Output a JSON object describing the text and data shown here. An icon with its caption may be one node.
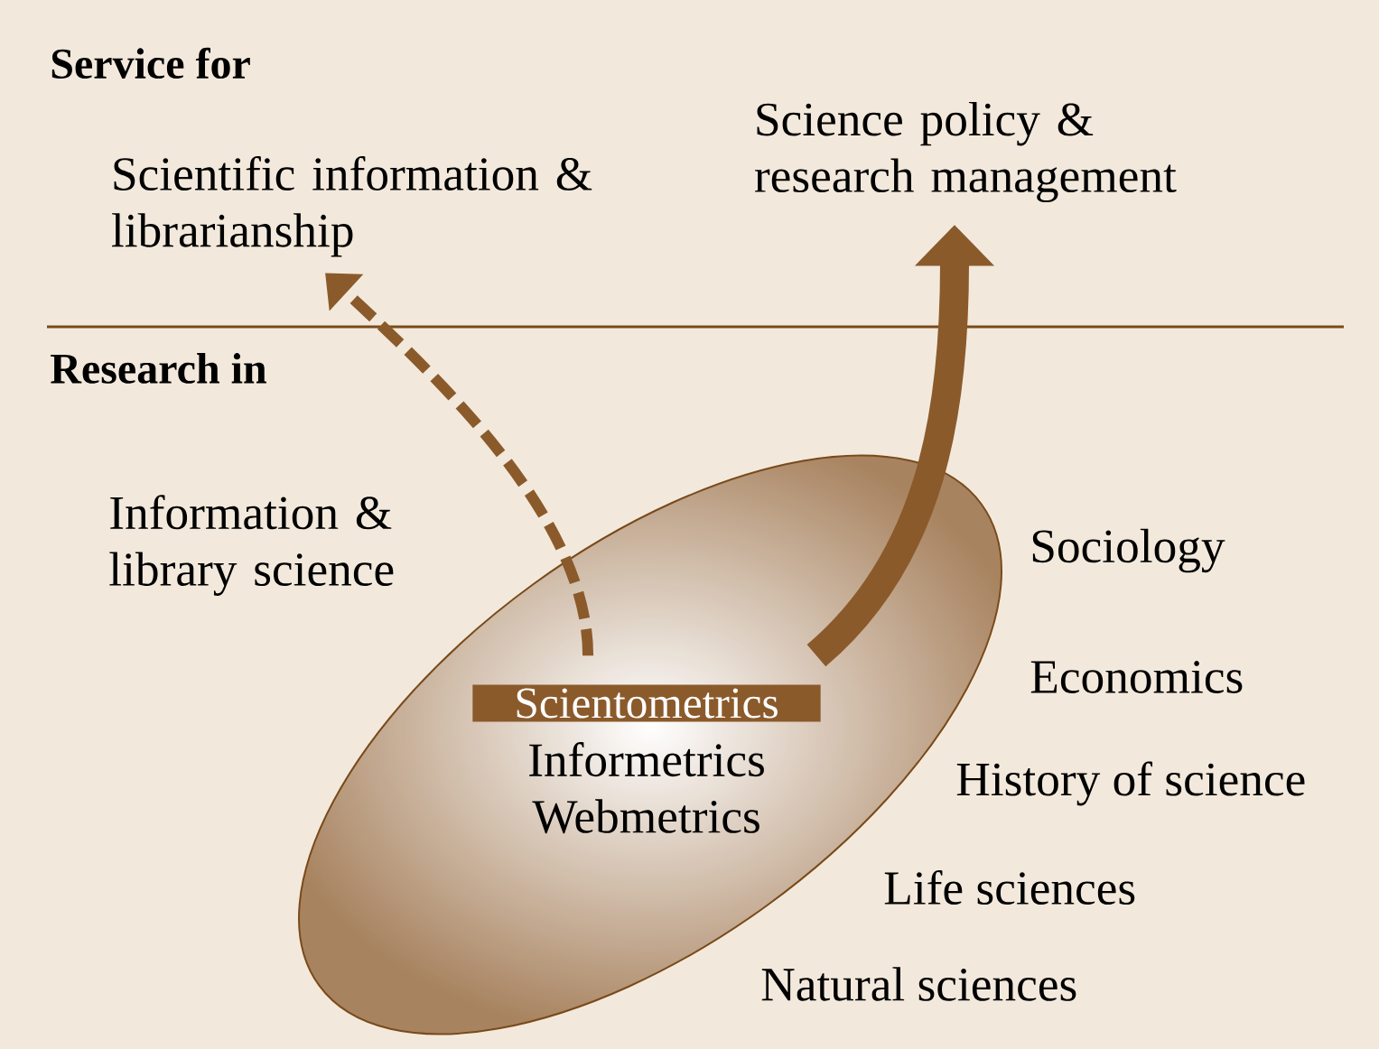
{
  "diagram": {
    "nodes": [
      {
        "text": [],
        "shape": "ellipse"
      },
      {
        "text": [
          "Scientometrics"
        ],
        "in": 0,
        "beside": [
          "Informetrics Webmetrics"
        ]
      },
      {
        "text": [
          "Scientific information & librarianship"
        ]
      },
      {
        "text": [
          "Science policy & research management"
        ]
      }
    ],
    "edges": [
      {
        "from": 1,
        "to": 2,
        "arrow": "to",
        "style": "dashed"
      },
      {
        "from": 1,
        "to": 3,
        "arrow": "to",
        "style": "thick"
      }
    ],
    "labels": [
      "Service for",
      "Research in",
      "Information & library science",
      "Sociology",
      "Economics",
      "History of science",
      "Life sciences",
      "Natural sciences"
    ]
  }
}
